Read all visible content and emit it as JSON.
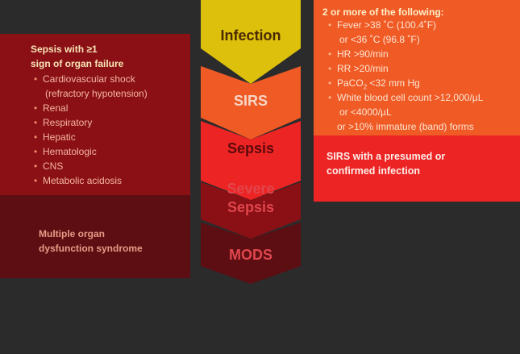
{
  "colors": {
    "background": "#2c2b2c",
    "infection": "#dcc00c",
    "sirs": "#ef5a25",
    "sepsis": "#ed2424",
    "severe_sepsis": "#8a1015",
    "mods": "#5c0e13"
  },
  "stages": [
    {
      "lines": [
        "Infection"
      ],
      "color": "#4a2a00"
    },
    {
      "lines": [
        "SIRS"
      ],
      "color": "#f6d6c6"
    },
    {
      "lines": [
        "Sepsis"
      ],
      "color": "#5c0a0d"
    },
    {
      "lines": [
        "Severe",
        "Sepsis"
      ],
      "color": "#e0464c"
    },
    {
      "lines": [
        "MODS"
      ],
      "color": "#e0464c"
    }
  ],
  "sirs_box": {
    "title": "2 or more of the following:",
    "items": [
      [
        "Fever >38 ˚C (100.4˚F)",
        "or <36 ˚C (96.8 ˚F)"
      ],
      [
        "HR >90/min"
      ],
      [
        "RR >20/min"
      ],
      [
        "PaCO2 <32 mm Hg"
      ],
      [
        "White blood cell count >12,000/µL",
        "or <4000/µL",
        "or >10% immature (band) forms"
      ]
    ],
    "paco2": {
      "prefix": "PaCO",
      "sub": "2",
      "suffix": " <32 mm Hg"
    }
  },
  "sepsis_box": {
    "lines": [
      "SIRS with a presumed or",
      "confirmed infection"
    ]
  },
  "severe_box": {
    "title_lines": [
      "Sepsis with ≥1",
      "sign of organ failure"
    ],
    "items": [
      [
        "Cardiovascular shock",
        "(refractory hypotension)"
      ],
      [
        "Renal"
      ],
      [
        "Respiratory"
      ],
      [
        "Hepatic"
      ],
      [
        "Hematologic"
      ],
      [
        "CNS"
      ],
      [
        "Metabolic acidosis"
      ]
    ]
  },
  "mods_box": {
    "lines": [
      "Multiple organ",
      "dysfunction syndrome"
    ]
  }
}
